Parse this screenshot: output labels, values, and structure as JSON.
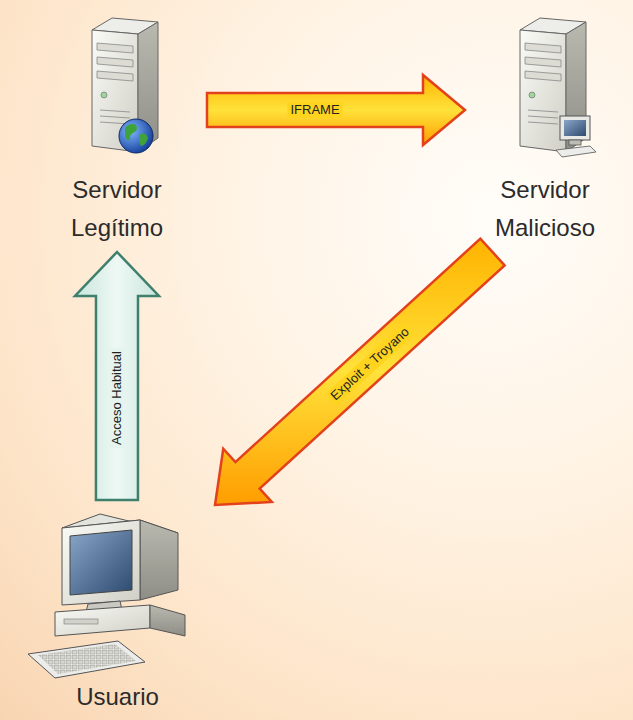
{
  "diagram": {
    "nodes": [
      {
        "text": [
          "Servidor Legítimo"
        ]
      },
      {
        "text": [
          "Servidor Malicioso"
        ]
      },
      {
        "text": [
          "Usuario"
        ]
      }
    ],
    "edges": [
      {
        "from": 0,
        "to": 1,
        "label": "IFRAME",
        "arrow": "to"
      },
      {
        "from": 1,
        "to": 2,
        "label": "Exploit + Troyano",
        "arrow": "to"
      },
      {
        "from": 2,
        "to": 0,
        "label": "Acceso Habitual",
        "arrow": "to"
      }
    ]
  }
}
